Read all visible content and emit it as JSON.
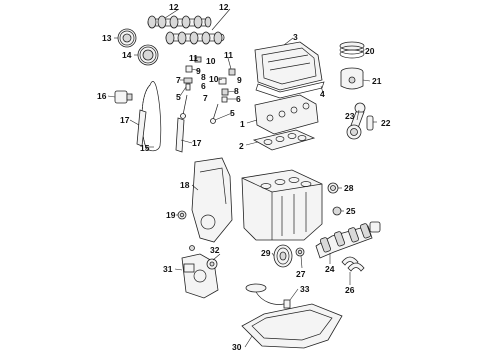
{
  "callouts": {
    "c1": "1",
    "c2": "2",
    "c3": "3",
    "c4": "4",
    "c5a": "5",
    "c5b": "5",
    "c6a": "6",
    "c6b": "6",
    "c7a": "7",
    "c7b": "7",
    "c8a": "8",
    "c8b": "8",
    "c9a": "9",
    "c9b": "9",
    "c10a": "10",
    "c10b": "10",
    "c11a": "11",
    "c11b": "11",
    "c12a": "12",
    "c12b": "12",
    "c13": "13",
    "c14": "14",
    "c15": "15",
    "c16": "16",
    "c17a": "17",
    "c17b": "17",
    "c18": "18",
    "c19": "19",
    "c20": "20",
    "c21": "21",
    "c22": "22",
    "c23": "23",
    "c24": "24",
    "c25": "25",
    "c26": "26",
    "c27": "27",
    "c28": "28",
    "c29": "29",
    "c30": "30",
    "c31": "31",
    "c32": "32",
    "c33": "33"
  }
}
